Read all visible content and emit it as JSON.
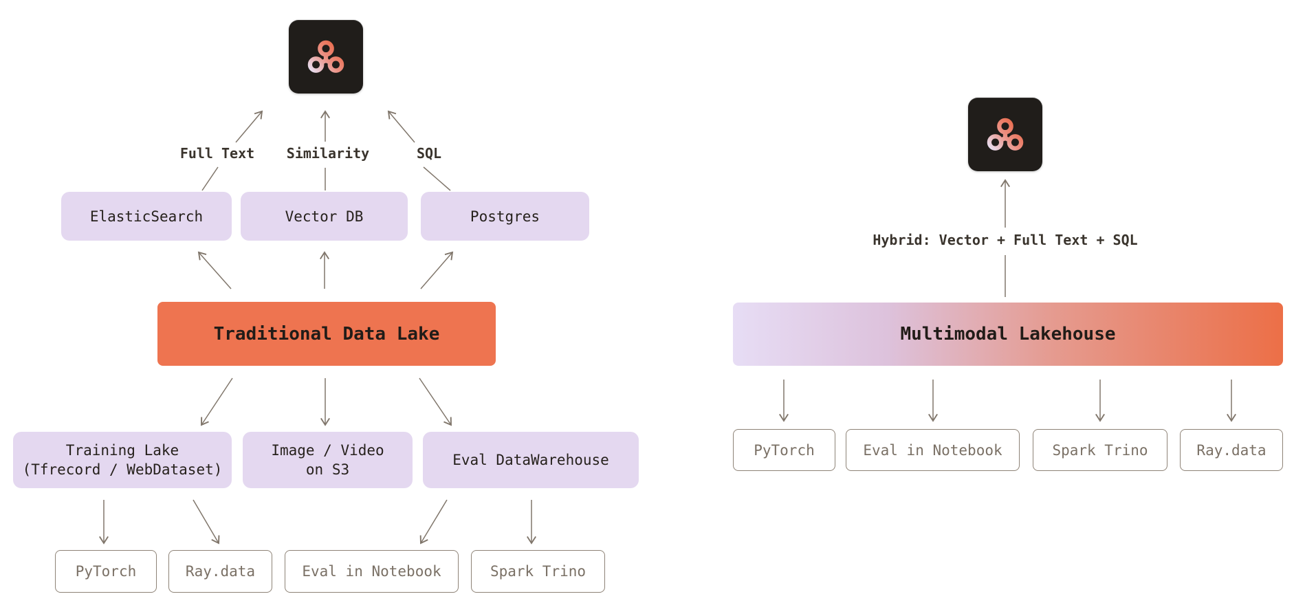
{
  "colors": {
    "background": "#ffffff",
    "purple_box": "#e4d8f0",
    "orange_box": "#ee7450",
    "gradient_left": "#e7ddf5",
    "gradient_right": "#ec6f47",
    "logo_tile": "#201d1a",
    "arrow": "#80766b",
    "outline_border": "#8d8276",
    "outline_text": "#7a7065"
  },
  "icons": {
    "logo": "tri-node-graph-icon"
  },
  "left": {
    "query_labels": {
      "full_text": "Full Text",
      "similarity": "Similarity",
      "sql": "SQL"
    },
    "engines": [
      "ElasticSearch",
      "Vector DB",
      "Postgres"
    ],
    "main_box": "Traditional Data Lake",
    "stores": [
      [
        "Training Lake",
        "(Tfrecord / WebDataset)"
      ],
      [
        "Image / Video",
        "on S3"
      ],
      [
        "Eval DataWarehouse"
      ]
    ],
    "consumers": [
      "PyTorch",
      "Ray.data",
      "Eval in Notebook",
      "Spark Trino"
    ]
  },
  "right": {
    "query_label": "Hybrid: Vector + Full Text + SQL",
    "main_box": "Multimodal Lakehouse",
    "consumers": [
      "PyTorch",
      "Eval in Notebook",
      "Spark Trino",
      "Ray.data"
    ]
  }
}
